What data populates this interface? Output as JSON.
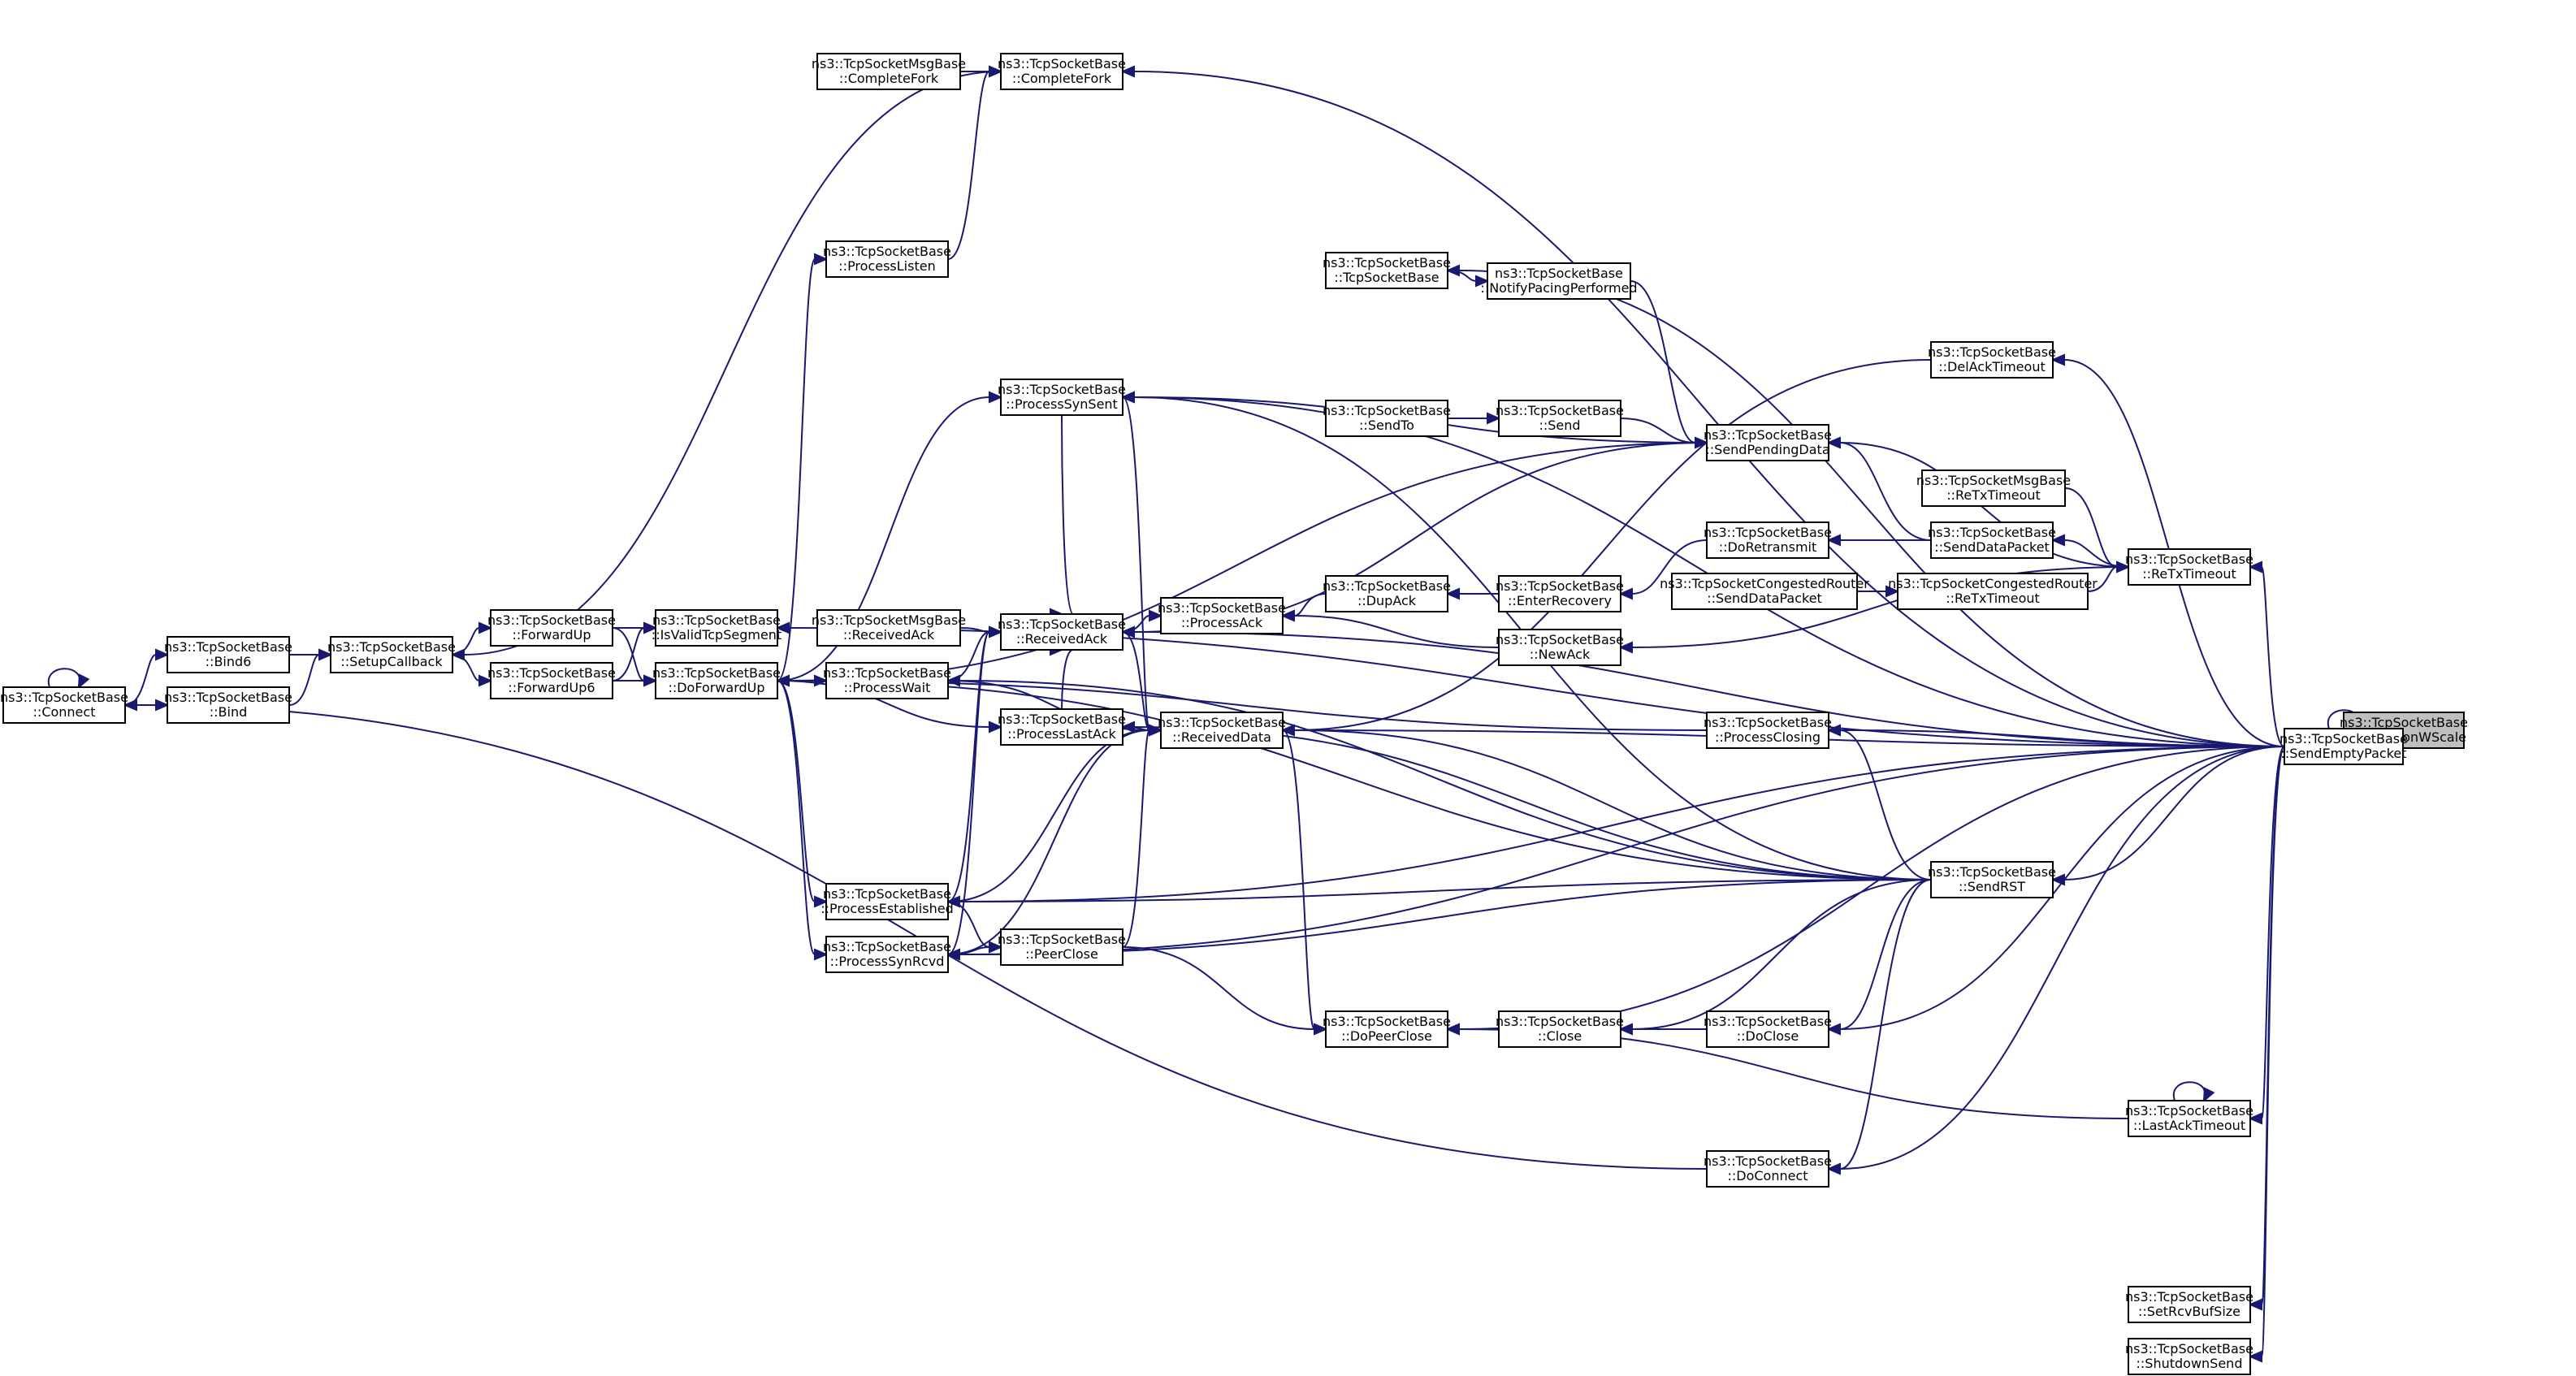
{
  "graph": {
    "edge_color": "#191970",
    "root_fill": "#bfbfbf",
    "nodes": [
      {
        "id": "AddOptionWScale",
        "l1": "ns3::TcpSocketBase",
        "l2": "::AddOptionWScale",
        "root": true
      },
      {
        "id": "SendEmptyPacket",
        "l1": "ns3::TcpSocketBase",
        "l2": "::SendEmptyPacket"
      },
      {
        "id": "Connect",
        "l1": "ns3::TcpSocketBase",
        "l2": "::Connect"
      },
      {
        "id": "Bind6",
        "l1": "ns3::TcpSocketBase",
        "l2": "::Bind6"
      },
      {
        "id": "Bind",
        "l1": "ns3::TcpSocketBase",
        "l2": "::Bind"
      },
      {
        "id": "SetupCallback",
        "l1": "ns3::TcpSocketBase",
        "l2": "::SetupCallback"
      },
      {
        "id": "ForwardUp",
        "l1": "ns3::TcpSocketBase",
        "l2": "::ForwardUp"
      },
      {
        "id": "ForwardUp6",
        "l1": "ns3::TcpSocketBase",
        "l2": "::ForwardUp6"
      },
      {
        "id": "IsValidTcpSegment",
        "l1": "ns3::TcpSocketBase",
        "l2": "::IsValidTcpSegment"
      },
      {
        "id": "DoForwardUp",
        "l1": "ns3::TcpSocketBase",
        "l2": "::DoForwardUp"
      },
      {
        "id": "MsgCompleteFork",
        "l1": "ns3::TcpSocketMsgBase",
        "l2": "::CompleteFork"
      },
      {
        "id": "CompleteFork",
        "l1": "ns3::TcpSocketBase",
        "l2": "::CompleteFork"
      },
      {
        "id": "ProcessListen",
        "l1": "ns3::TcpSocketBase",
        "l2": "::ProcessListen"
      },
      {
        "id": "ProcessSynSent",
        "l1": "ns3::TcpSocketBase",
        "l2": "::ProcessSynSent"
      },
      {
        "id": "MsgReceivedAck",
        "l1": "ns3::TcpSocketMsgBase",
        "l2": "::ReceivedAck"
      },
      {
        "id": "ReceivedAck",
        "l1": "ns3::TcpSocketBase",
        "l2": "::ReceivedAck"
      },
      {
        "id": "ProcessWait",
        "l1": "ns3::TcpSocketBase",
        "l2": "::ProcessWait"
      },
      {
        "id": "ProcessLastAck",
        "l1": "ns3::TcpSocketBase",
        "l2": "::ProcessLastAck"
      },
      {
        "id": "ProcessEstablished",
        "l1": "ns3::TcpSocketBase",
        "l2": "::ProcessEstablished"
      },
      {
        "id": "ProcessSynRcvd",
        "l1": "ns3::TcpSocketBase",
        "l2": "::ProcessSynRcvd"
      },
      {
        "id": "PeerClose",
        "l1": "ns3::TcpSocketBase",
        "l2": "::PeerClose"
      },
      {
        "id": "ProcessAck",
        "l1": "ns3::TcpSocketBase",
        "l2": "::ProcessAck"
      },
      {
        "id": "ReceivedData",
        "l1": "ns3::TcpSocketBase",
        "l2": "::ReceivedData"
      },
      {
        "id": "TcpSocketBase",
        "l1": "ns3::TcpSocketBase",
        "l2": "::TcpSocketBase"
      },
      {
        "id": "SendTo",
        "l1": "ns3::TcpSocketBase",
        "l2": "::SendTo"
      },
      {
        "id": "DupAck",
        "l1": "ns3::TcpSocketBase",
        "l2": "::DupAck"
      },
      {
        "id": "DoPeerClose",
        "l1": "ns3::TcpSocketBase",
        "l2": "::DoPeerClose"
      },
      {
        "id": "NotifyPacingPerformed",
        "l1": "ns3::TcpSocketBase",
        "l2": "::NotifyPacingPerformed"
      },
      {
        "id": "Send",
        "l1": "ns3::TcpSocketBase",
        "l2": "::Send"
      },
      {
        "id": "EnterRecovery",
        "l1": "ns3::TcpSocketBase",
        "l2": "::EnterRecovery"
      },
      {
        "id": "NewAck",
        "l1": "ns3::TcpSocketBase",
        "l2": "::NewAck"
      },
      {
        "id": "Close",
        "l1": "ns3::TcpSocketBase",
        "l2": "::Close"
      },
      {
        "id": "SendPendingData",
        "l1": "ns3::TcpSocketBase",
        "l2": "::SendPendingData"
      },
      {
        "id": "DoRetransmit",
        "l1": "ns3::TcpSocketBase",
        "l2": "::DoRetransmit"
      },
      {
        "id": "ProcessClosing",
        "l1": "ns3::TcpSocketBase",
        "l2": "::ProcessClosing"
      },
      {
        "id": "DoClose",
        "l1": "ns3::TcpSocketBase",
        "l2": "::DoClose"
      },
      {
        "id": "DoConnect",
        "l1": "ns3::TcpSocketBase",
        "l2": "::DoConnect"
      },
      {
        "id": "CongSendDataPacket",
        "l1": "ns3::TcpSocketCongestedRouter",
        "l2": "::SendDataPacket"
      },
      {
        "id": "DelAckTimeout",
        "l1": "ns3::TcpSocketBase",
        "l2": "::DelAckTimeout"
      },
      {
        "id": "MsgReTxTimeout",
        "l1": "ns3::TcpSocketMsgBase",
        "l2": "::ReTxTimeout"
      },
      {
        "id": "SendDataPacket",
        "l1": "ns3::TcpSocketBase",
        "l2": "::SendDataPacket"
      },
      {
        "id": "CongReTxTimeout",
        "l1": "ns3::TcpSocketCongestedRouter",
        "l2": "::ReTxTimeout"
      },
      {
        "id": "SendRST",
        "l1": "ns3::TcpSocketBase",
        "l2": "::SendRST"
      },
      {
        "id": "ReTxTimeout",
        "l1": "ns3::TcpSocketBase",
        "l2": "::ReTxTimeout"
      },
      {
        "id": "LastAckTimeout",
        "l1": "ns3::TcpSocketBase",
        "l2": "::LastAckTimeout"
      },
      {
        "id": "SetRcvBufSize",
        "l1": "ns3::TcpSocketBase",
        "l2": "::SetRcvBufSize"
      },
      {
        "id": "ShutdownSend",
        "l1": "ns3::TcpSocketBase",
        "l2": "::ShutdownSend"
      }
    ],
    "edges": [
      [
        "SendEmptyPacket",
        "AddOptionWScale"
      ],
      [
        "SendEmptyPacket",
        "SendEmptyPacket"
      ],
      [
        "Connect",
        "Connect"
      ],
      [
        "Connect",
        "Bind6"
      ],
      [
        "Connect",
        "Bind"
      ],
      [
        "Bind6",
        "SetupCallback"
      ],
      [
        "Bind",
        "SetupCallback"
      ],
      [
        "SetupCallback",
        "ForwardUp"
      ],
      [
        "SetupCallback",
        "ForwardUp6"
      ],
      [
        "ForwardUp",
        "IsValidTcpSegment"
      ],
      [
        "ForwardUp",
        "DoForwardUp"
      ],
      [
        "ForwardUp6",
        "IsValidTcpSegment"
      ],
      [
        "ForwardUp6",
        "DoForwardUp"
      ],
      [
        "MsgCompleteFork",
        "CompleteFork"
      ],
      [
        "ProcessListen",
        "CompleteFork"
      ],
      [
        "CompleteFork",
        "SetupCallback"
      ],
      [
        "DoForwardUp",
        "ProcessListen"
      ],
      [
        "DoForwardUp",
        "ProcessSynSent"
      ],
      [
        "DoForwardUp",
        "ProcessWait"
      ],
      [
        "DoForwardUp",
        "ProcessLastAck"
      ],
      [
        "DoForwardUp",
        "ProcessEstablished"
      ],
      [
        "DoForwardUp",
        "ProcessSynRcvd"
      ],
      [
        "MsgReceivedAck",
        "ReceivedAck"
      ],
      [
        "ProcessSynSent",
        "ReceivedAck"
      ],
      [
        "ProcessWait",
        "ReceivedAck"
      ],
      [
        "ProcessLastAck",
        "ReceivedAck"
      ],
      [
        "ProcessEstablished",
        "ReceivedAck"
      ],
      [
        "ProcessSynRcvd",
        "ReceivedAck"
      ],
      [
        "ProcessWait",
        "ReceivedData"
      ],
      [
        "ProcessLastAck",
        "ReceivedData"
      ],
      [
        "ProcessEstablished",
        "ReceivedData"
      ],
      [
        "ProcessSynSent",
        "ReceivedData"
      ],
      [
        "ProcessSynRcvd",
        "ReceivedData"
      ],
      [
        "ReceivedAck",
        "ReceivedData"
      ],
      [
        "PeerClose",
        "ReceivedData"
      ],
      [
        "ProcessEstablished",
        "PeerClose"
      ],
      [
        "ProcessSynRcvd",
        "PeerClose"
      ],
      [
        "ReceivedAck",
        "ProcessAck"
      ],
      [
        "DupAck",
        "ProcessAck"
      ],
      [
        "NewAck",
        "ProcessAck"
      ],
      [
        "EnterRecovery",
        "DupAck"
      ],
      [
        "DoRetransmit",
        "EnterRecovery"
      ],
      [
        "TcpSocketBase",
        "NotifyPacingPerformed"
      ],
      [
        "SendTo",
        "Send"
      ],
      [
        "NotifyPacingPerformed",
        "SendPendingData"
      ],
      [
        "Send",
        "SendPendingData"
      ],
      [
        "SendPendingData",
        "ProcessSynSent"
      ],
      [
        "SendPendingData",
        "ReceivedAck"
      ],
      [
        "SendPendingData",
        "DoForwardUp"
      ],
      [
        "SendDataPacket",
        "SendPendingData"
      ],
      [
        "SendDataPacket",
        "DoRetransmit"
      ],
      [
        "ReTxTimeout",
        "SendPendingData"
      ],
      [
        "MsgReTxTimeout",
        "ReTxTimeout"
      ],
      [
        "ReTxTimeout",
        "SendDataPacket"
      ],
      [
        "CongSendDataPacket",
        "CongReTxTimeout"
      ],
      [
        "CongReTxTimeout",
        "ReTxTimeout"
      ],
      [
        "ReTxTimeout",
        "NewAck"
      ],
      [
        "DelAckTimeout",
        "ReceivedData"
      ],
      [
        "ReceivedData",
        "DoPeerClose"
      ],
      [
        "PeerClose",
        "DoPeerClose"
      ],
      [
        "Close",
        "DoPeerClose"
      ],
      [
        "DoClose",
        "Close"
      ],
      [
        "LastAckTimeout",
        "DoPeerClose"
      ],
      [
        "LastAckTimeout",
        "LastAckTimeout"
      ],
      [
        "DoConnect",
        "Connect"
      ],
      [
        "SendRST",
        "ProcessClosing"
      ],
      [
        "SendRST",
        "ProcessEstablished"
      ],
      [
        "SendRST",
        "ProcessSynRcvd"
      ],
      [
        "SendRST",
        "ProcessLastAck"
      ],
      [
        "SendRST",
        "ProcessWait"
      ],
      [
        "SendRST",
        "ProcessSynSent"
      ],
      [
        "SendRST",
        "DoForwardUp"
      ],
      [
        "SendRST",
        "Close"
      ],
      [
        "SendRST",
        "DoClose"
      ],
      [
        "SendRST",
        "DoConnect"
      ],
      [
        "SendRST",
        "ReceivedData"
      ],
      [
        "ProcessClosing",
        "DoForwardUp"
      ],
      [
        "SendEmptyPacket",
        "SendRST"
      ],
      [
        "SendEmptyPacket",
        "ProcessClosing"
      ],
      [
        "SendEmptyPacket",
        "ReceivedData"
      ],
      [
        "SendEmptyPacket",
        "ReTxTimeout"
      ],
      [
        "SendEmptyPacket",
        "DelAckTimeout"
      ],
      [
        "SendEmptyPacket",
        "LastAckTimeout"
      ],
      [
        "SendEmptyPacket",
        "DoConnect"
      ],
      [
        "SendEmptyPacket",
        "DoClose"
      ],
      [
        "SendEmptyPacket",
        "DoPeerClose"
      ],
      [
        "SendEmptyPacket",
        "SetRcvBufSize"
      ],
      [
        "SendEmptyPacket",
        "ShutdownSend"
      ],
      [
        "SendEmptyPacket",
        "CompleteFork"
      ],
      [
        "SendEmptyPacket",
        "ProcessSynSent"
      ],
      [
        "SendEmptyPacket",
        "ProcessEstablished"
      ],
      [
        "SendEmptyPacket",
        "ProcessSynRcvd"
      ],
      [
        "SendEmptyPacket",
        "TcpSocketBase"
      ],
      [
        "SendEmptyPacket",
        "ReceivedAck"
      ],
      [
        "SendEmptyPacket",
        "IsValidTcpSegment"
      ]
    ]
  }
}
